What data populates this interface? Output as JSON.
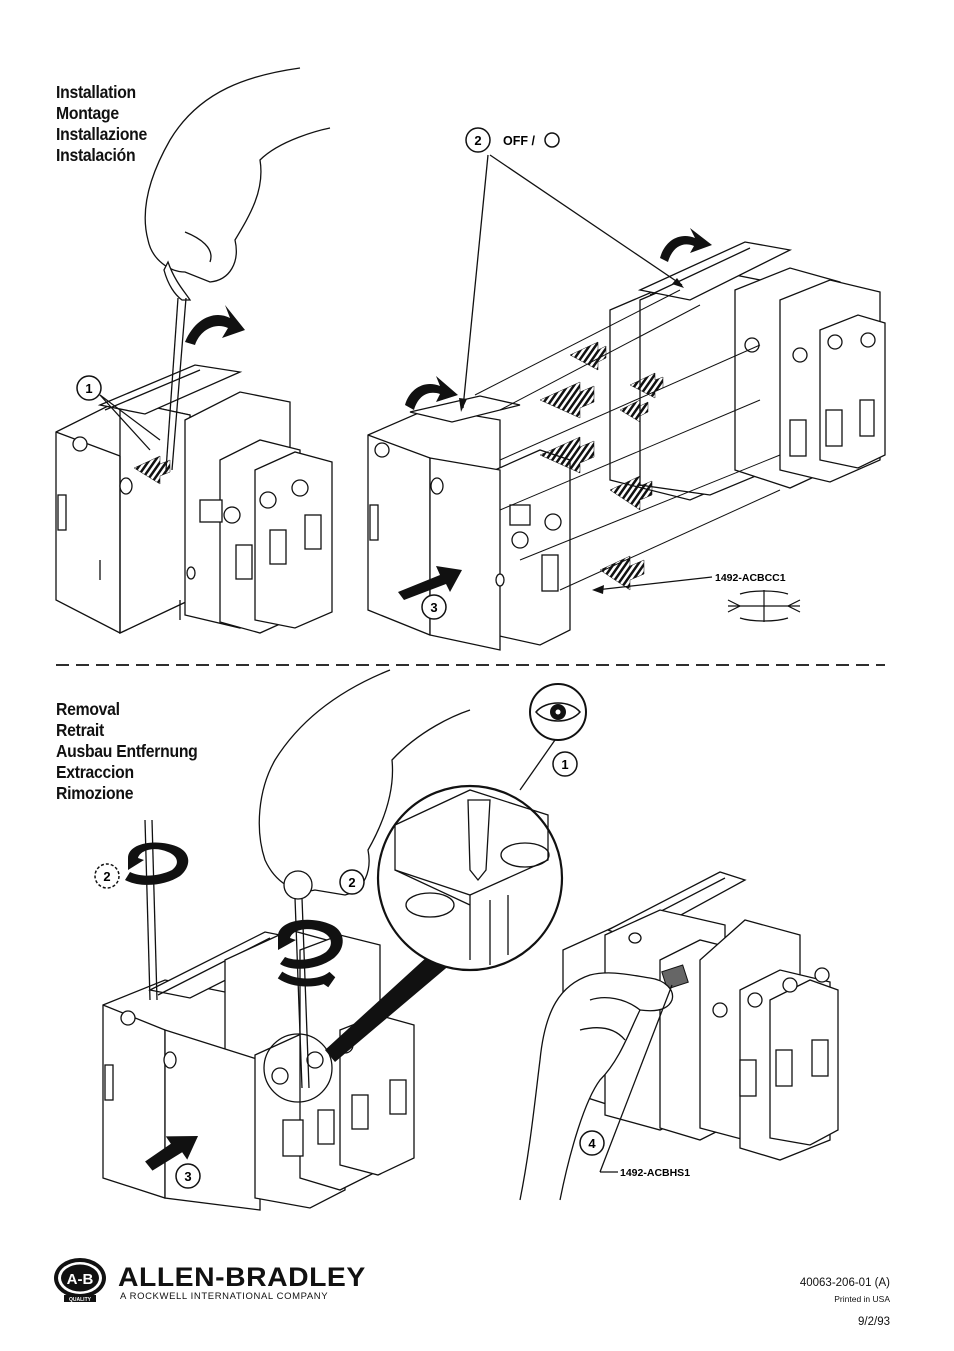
{
  "installation": {
    "headings": [
      "Installation",
      "Montage",
      "Installazione",
      "Instalación"
    ],
    "step1": "1",
    "step2": "2",
    "step2_label": "OFF /",
    "step3": "3",
    "part_label": "1492-ACBCC1"
  },
  "removal": {
    "headings": [
      "Removal",
      "Retrait",
      "Ausbau Entfernung",
      "Extraccion",
      "Rimozione"
    ],
    "step1": "1",
    "step2_dashed": "2",
    "step2": "2",
    "step3": "3",
    "step4": "4",
    "part_label": "1492-ACBHS1"
  },
  "footer": {
    "logo_text": "A-B",
    "logo_badge": "QUALITY",
    "brand": "ALLEN-BRADLEY",
    "subbrand": "A ROCKWELL INTERNATIONAL COMPANY",
    "doc_code": "40063-206-01 (A)",
    "printed": "Printed in USA",
    "date": "9/2/93"
  }
}
